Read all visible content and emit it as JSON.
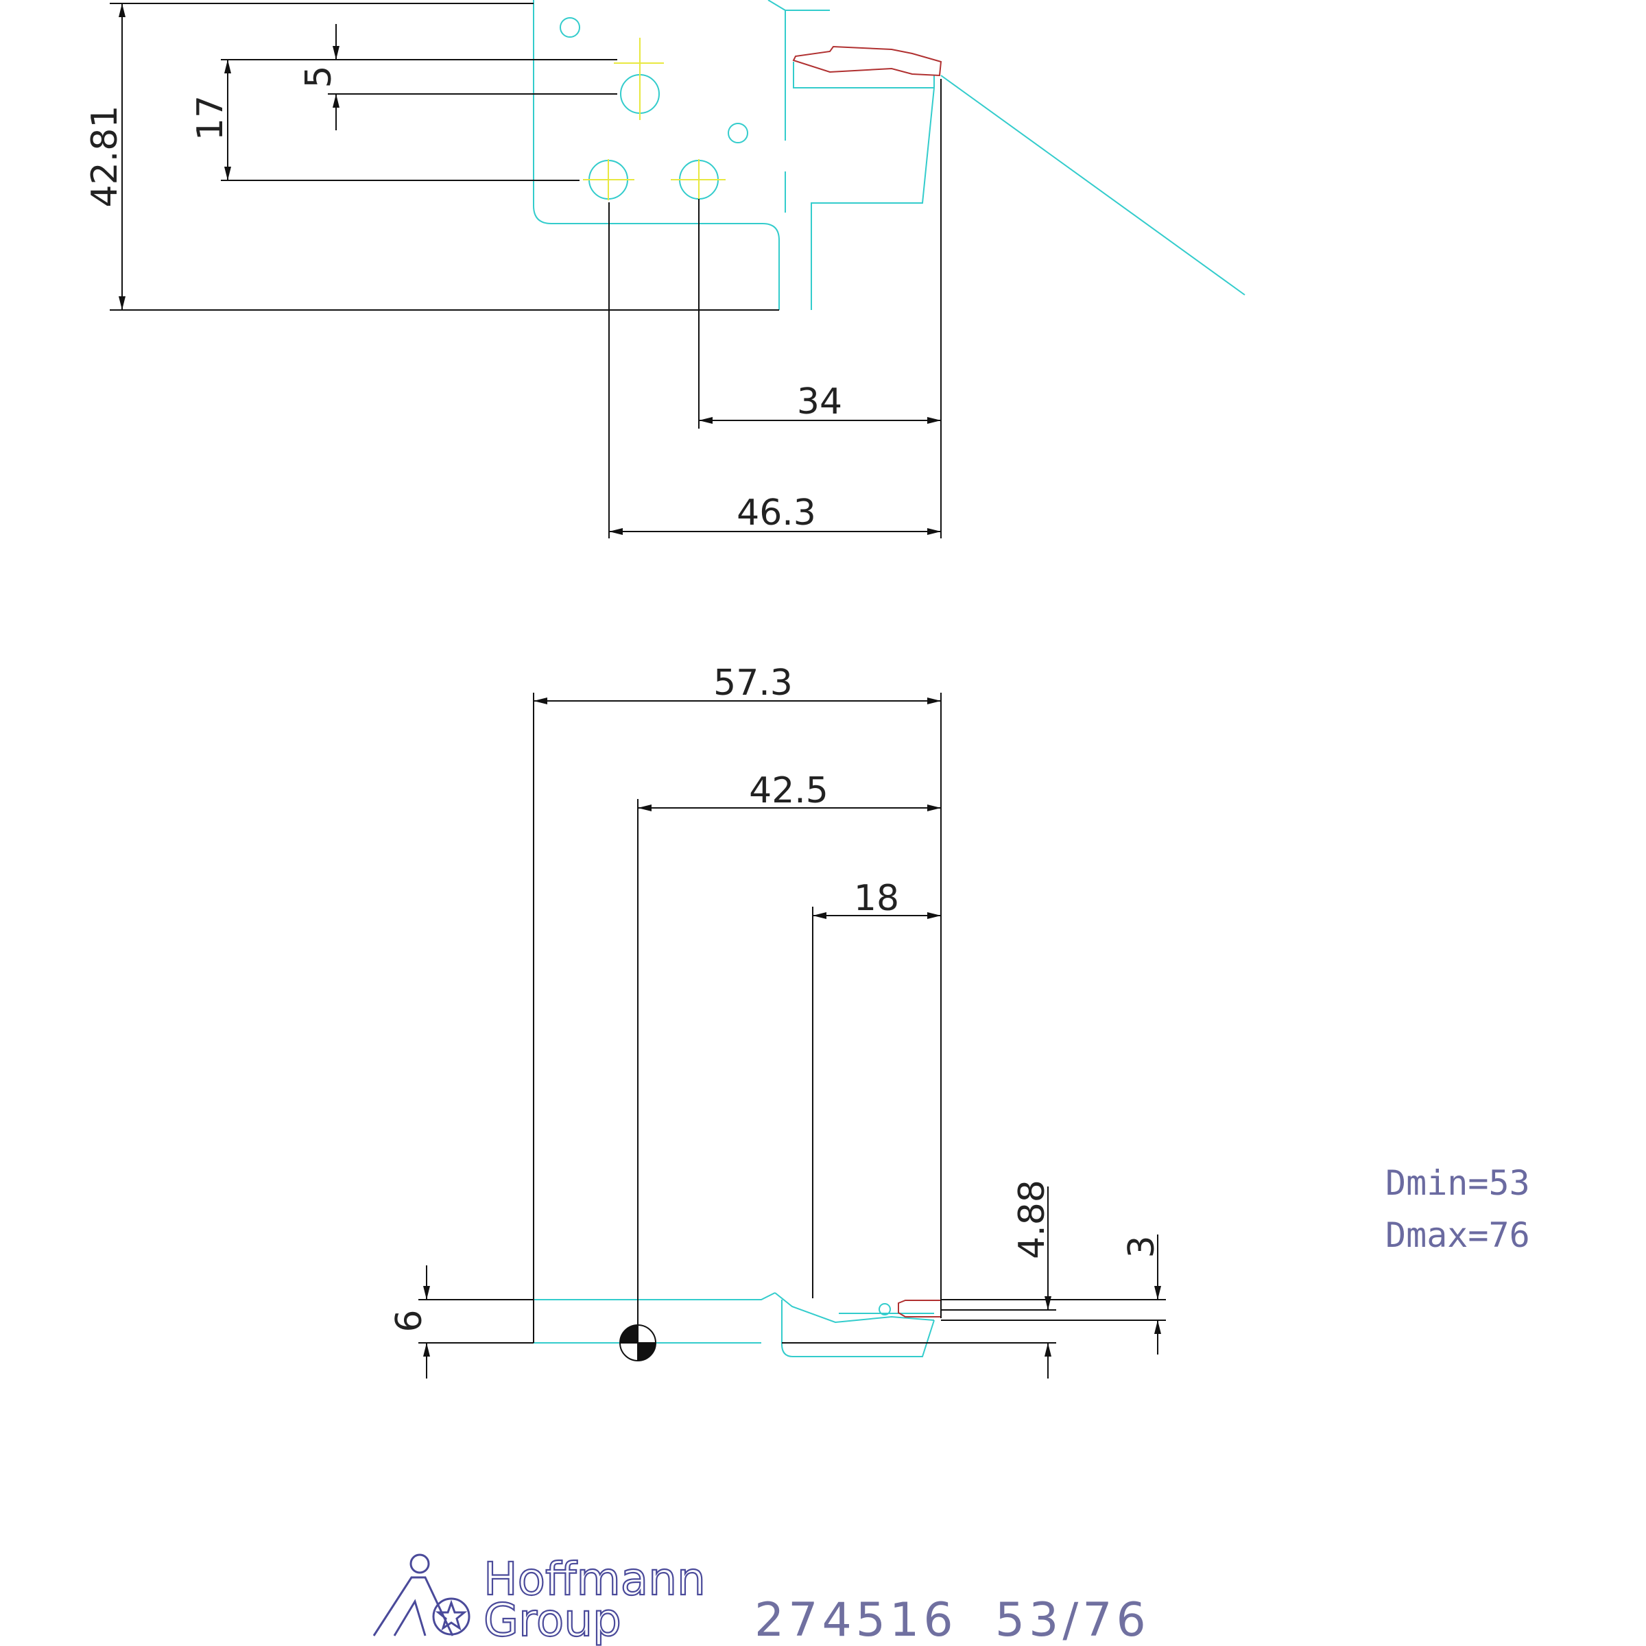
{
  "top_view": {
    "dim_height": "42.81",
    "dim_hole_spacing_17": "17",
    "dim_offset_5": "5",
    "dim_34": "34",
    "dim_46_3": "46.3"
  },
  "bottom_view": {
    "dim_57_3": "57.3",
    "dim_42_5": "42.5",
    "dim_18": "18",
    "dim_6": "6",
    "dim_4_88": "4.88",
    "dim_3": "3"
  },
  "specs": {
    "dmin": "Dmin=53",
    "dmax": "Dmax=76"
  },
  "title_block": {
    "logo_line1": "Hoffmann",
    "logo_line2": "Group",
    "part_code": "274516  53/76"
  },
  "colors": {
    "outline": "#33cccc",
    "dimension": "#111111",
    "centerline": "#e8e840",
    "insert": "#b03030",
    "text_spec": "#6a6aa0",
    "logo": "#4a4a9a"
  },
  "icons": {
    "arrow": "arrowhead",
    "logo": "hoffmann-logo-icon"
  }
}
